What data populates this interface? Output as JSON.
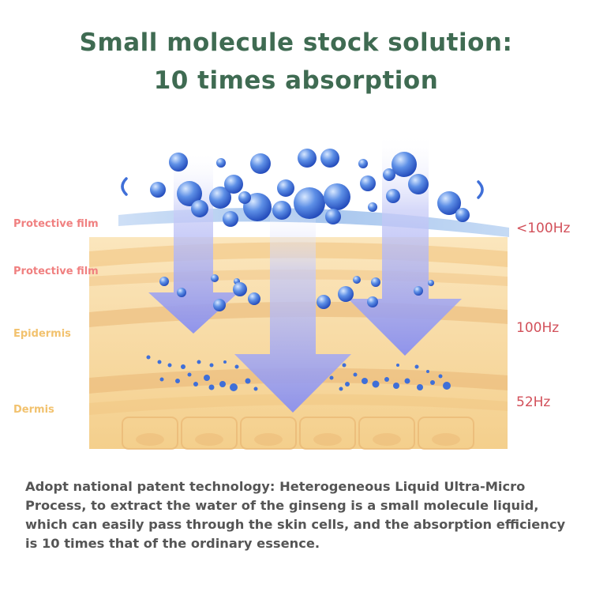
{
  "title": {
    "line1": "Small molecule stock solution:",
    "line2": "10 times absorption"
  },
  "layers": [
    {
      "label": "Protective film",
      "color": "#f08080"
    },
    {
      "label": "Protective film",
      "color": "#f08080"
    },
    {
      "label": "Epidermis",
      "color": "#f2c26e"
    },
    {
      "label": "Dermis",
      "color": "#f2c26e"
    }
  ],
  "frequencies": [
    "<100Hz",
    "100Hz",
    "52Hz"
  ],
  "colors": {
    "title": "#3f6b52",
    "arrow": "#8f96f0",
    "molecule": "#3f6fd8",
    "skin": "#f7d79a",
    "film": "#a9c8ef",
    "frequency": "#d2505a",
    "body_text": "#555555"
  },
  "description": "Adopt national patent technology: Heterogeneous Liquid Ultra-Micro Process, to extract the water of the ginseng is a small molecule liquid, which can easily pass through the skin cells, and the absorption efficiency is 10 times that of the ordinary essence."
}
